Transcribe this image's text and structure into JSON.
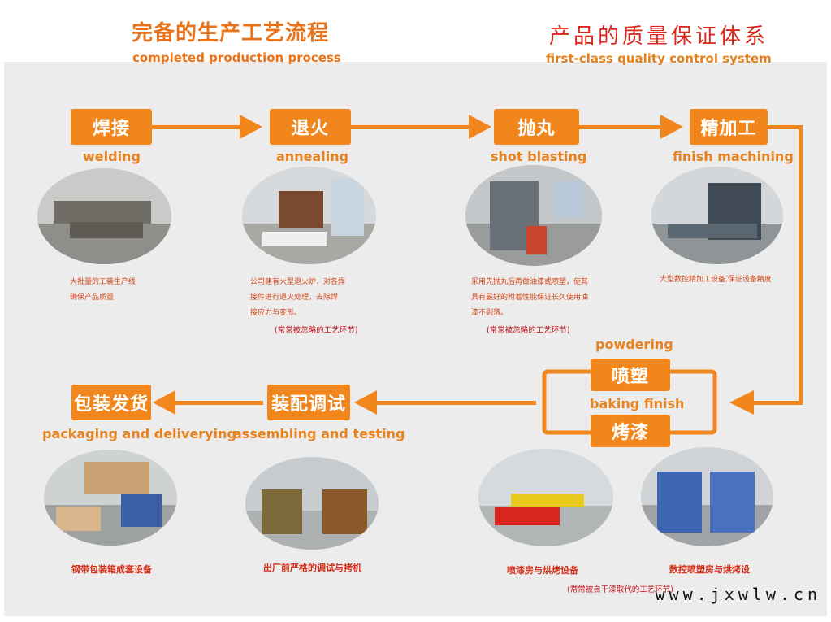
{
  "header": {
    "left_title": "完备的生产工艺流程",
    "left_subtitle": "completed production process",
    "right_title": "产品的质量保证体系",
    "right_subtitle": "first-class quality control system"
  },
  "steps": [
    {
      "cn": "焊接",
      "en": "welding",
      "desc": [
        "大批量的工装生产线",
        "确保产品质量"
      ],
      "note": ""
    },
    {
      "cn": "退火",
      "en": "annealing",
      "desc": [
        "公司建有大型退火炉，对各焊",
        "接件进行退火处理，去除焊",
        "接应力与变形。"
      ],
      "note": "(常常被忽略的工艺环节)"
    },
    {
      "cn": "抛丸",
      "en": "shot blasting",
      "desc": [
        "采用先抛丸后再做油漆或喷塑，使其",
        "具有最好的附着性能保证长久使用油",
        "漆不剥落。"
      ],
      "note": "(常常被忽略的工艺环节)"
    },
    {
      "cn": "精加工",
      "en": "finish machining",
      "desc": [
        "大型数控精加工设备,保证设备精度"
      ],
      "note": ""
    }
  ],
  "baking": {
    "top_en": "powdering",
    "top_cn": "喷塑",
    "mid_en": "baking finish",
    "bottom_cn": "烤漆"
  },
  "lower_steps": [
    {
      "cn": "包装发货",
      "en": "packaging and deliverying",
      "caption": "钢带包装箱成套设备"
    },
    {
      "cn": "装配调试",
      "en": "assembling and testing",
      "caption": "出厂前严格的调试与拷机"
    }
  ],
  "bottom_captions": [
    {
      "caption": "喷漆房与烘烤设备",
      "note": "(常常被自干漆取代的工艺环节)"
    },
    {
      "caption": "数控喷塑房与烘烤设",
      "note": ""
    }
  ],
  "watermark": "www.jxwlw.cn",
  "colors": {
    "accent": "#f0861c",
    "red": "#d9281c",
    "panel": "#ececec"
  }
}
